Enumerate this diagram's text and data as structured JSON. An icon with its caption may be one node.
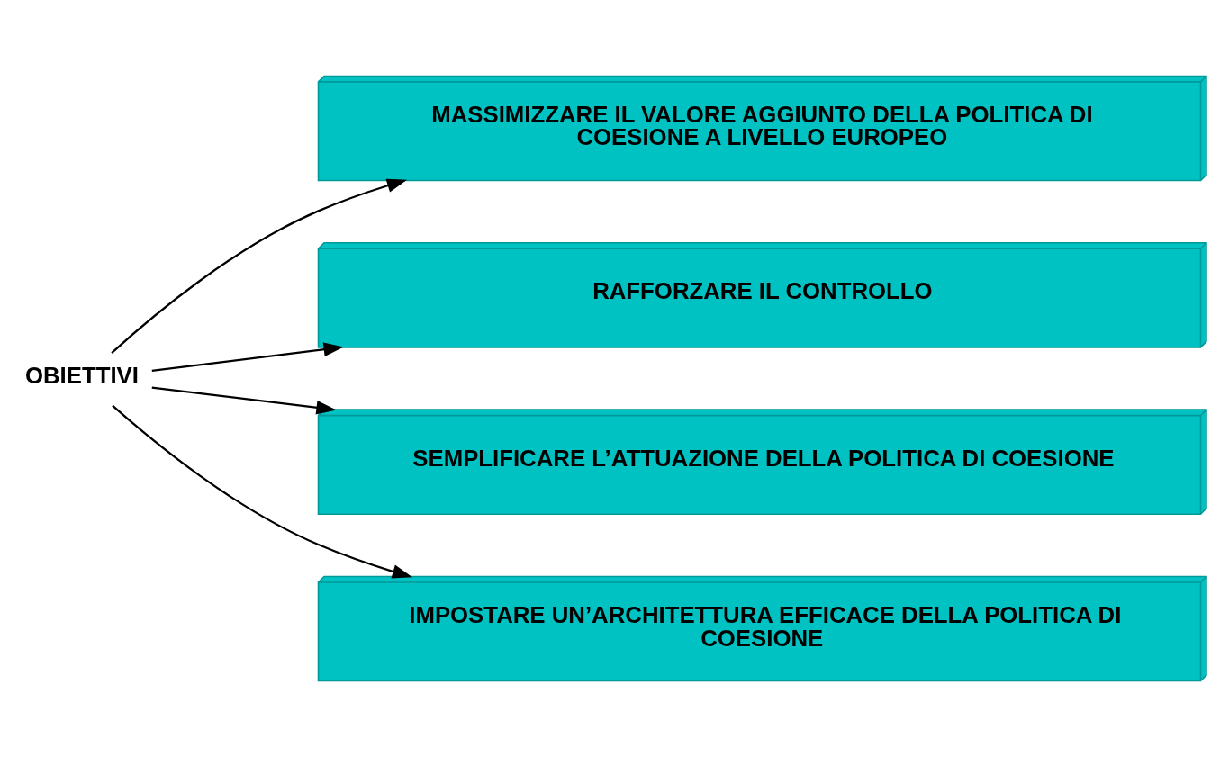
{
  "diagram": {
    "nodes": [
      {
        "text": [
          "OBIETTIVI"
        ]
      },
      {
        "text": [
          "MASSIMIZZARE IL VALORE AGGIUNTO DELLA POLITICA DI COESIONE A LIVELLO EUROPEO"
        ]
      },
      {
        "text": [
          "RAFFORZARE IL CONTROLLO"
        ]
      },
      {
        "text": [
          "SEMPLIFICARE L’ATTUAZIONE DELLA POLITICA DI COESIONE"
        ]
      },
      {
        "text": [
          "IMPOSTARE UN’ARCHITETTURA EFFICACE DELLA POLITICA DI COESIONE"
        ]
      }
    ],
    "edges": [
      {
        "from": 0,
        "to": 1,
        "arrow": "to"
      },
      {
        "from": 0,
        "to": 2,
        "arrow": "to"
      },
      {
        "from": 0,
        "to": 3,
        "arrow": "to"
      },
      {
        "from": 0,
        "to": 4,
        "arrow": "to"
      }
    ]
  }
}
